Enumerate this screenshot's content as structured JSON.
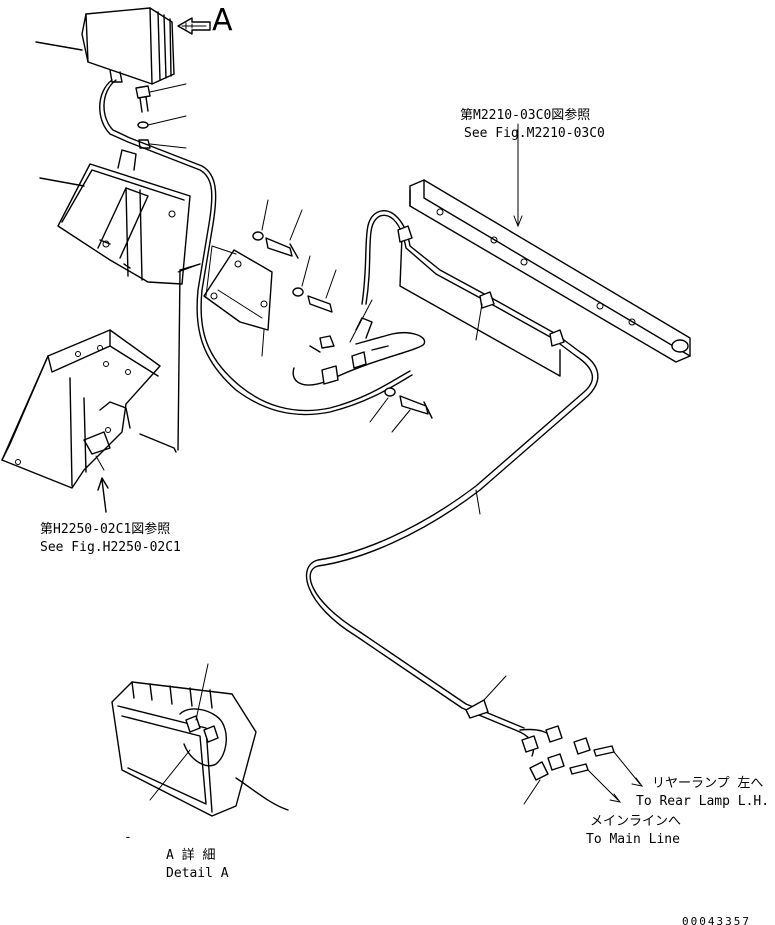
{
  "view_arrow_label": "A",
  "references": {
    "top": {
      "jp": "第M2210-03C0図参照",
      "en": "See Fig.M2210-03C0"
    },
    "left": {
      "jp": "第H2250-02C1図参照",
      "en": "See Fig.H2250-02C1"
    }
  },
  "connections": {
    "rear_lamp": {
      "jp": "リヤーランプ 左へ",
      "en": "To Rear Lamp L.H."
    },
    "main_line": {
      "jp": "メインラインへ",
      "en": "To Main Line"
    }
  },
  "detail": {
    "jp": "A 詳 細",
    "en": "Detail A",
    "dash": "-"
  },
  "drawing_number": "00043357"
}
